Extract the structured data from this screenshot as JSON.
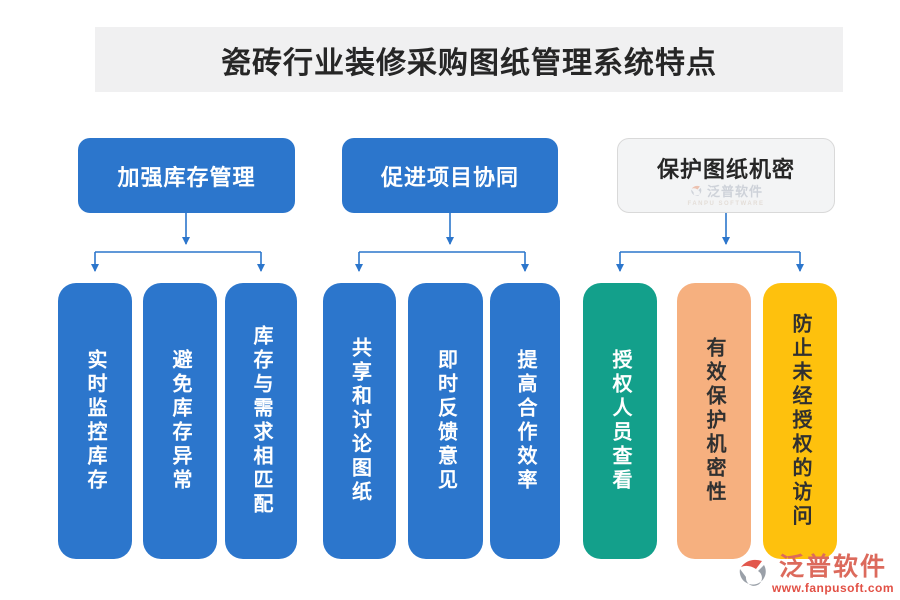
{
  "title": "瓷砖行业装修采购图纸管理系统特点",
  "groups": [
    {
      "header": "加强库存管理",
      "header_bg": "#2c76cc",
      "header_fg": "#ffffff",
      "columns": [
        {
          "label": "实时监控库存",
          "bg": "#2c76cc",
          "fg": "#ffffff"
        },
        {
          "label": "避免库存异常",
          "bg": "#2c76cc",
          "fg": "#ffffff"
        },
        {
          "label": "库存与需求相匹配",
          "bg": "#2c76cc",
          "fg": "#ffffff"
        }
      ]
    },
    {
      "header": "促进项目协同",
      "header_bg": "#2c76cc",
      "header_fg": "#ffffff",
      "columns": [
        {
          "label": "共享和讨论图纸",
          "bg": "#2c76cc",
          "fg": "#ffffff"
        },
        {
          "label": "即时反馈意见",
          "bg": "#2c76cc",
          "fg": "#ffffff"
        },
        {
          "label": "提高合作效率",
          "bg": "#2c76cc",
          "fg": "#ffffff"
        }
      ]
    },
    {
      "header": "保护图纸机密",
      "header_bg": "#f3f4f5",
      "header_fg": "#262626",
      "columns": [
        {
          "label": "授权人员查看",
          "bg": "#13a08b",
          "fg": "#ffffff"
        },
        {
          "label": "有效保护机密性",
          "bg": "#f6b07f",
          "fg": "#303030"
        },
        {
          "label": "防止未经授权的访问",
          "bg": "#fec10d",
          "fg": "#303030"
        }
      ]
    }
  ],
  "watermark": {
    "name": "泛普软件",
    "subtitle": "FANPU SOFTWARE"
  },
  "logo": {
    "name": "泛普软件",
    "url": "www.fanpusoft.com"
  },
  "colors": {
    "accent_blue": "#2c76cc",
    "teal": "#13a08b",
    "peach": "#f6b07f",
    "yellow": "#fec10d",
    "title_band": "#f0f0f1",
    "title_text": "#262626",
    "logo_red": "#e25045"
  }
}
